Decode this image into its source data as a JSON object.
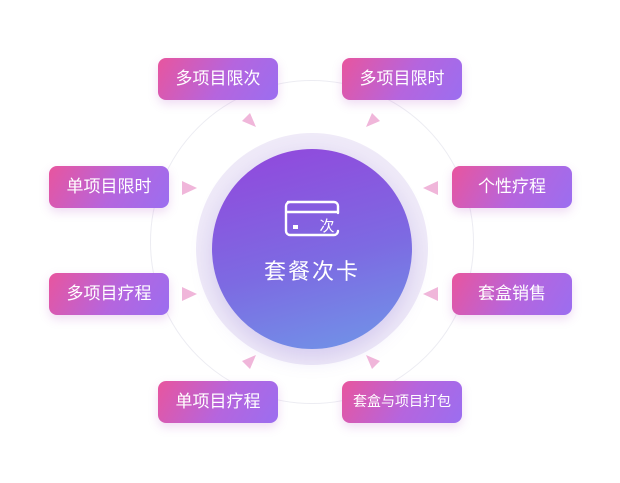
{
  "center": {
    "icon": "card-icon",
    "icon_label": "次",
    "title": "套餐次卡"
  },
  "nodes": [
    {
      "label": "多项目限次"
    },
    {
      "label": "多项目限时"
    },
    {
      "label": "单项目限时"
    },
    {
      "label": "个性疗程"
    },
    {
      "label": "多项目疗程"
    },
    {
      "label": "套盒销售"
    },
    {
      "label": "单项目疗程"
    },
    {
      "label": "套盒与项目打包"
    }
  ],
  "colors": {
    "node_gradient_start": "#e8559e",
    "node_gradient_end": "#9b6ef0",
    "core_top": "#9346dc",
    "core_bottom": "#6f97e8",
    "arrow": "#f0b6da",
    "ring": "#ececf2"
  }
}
